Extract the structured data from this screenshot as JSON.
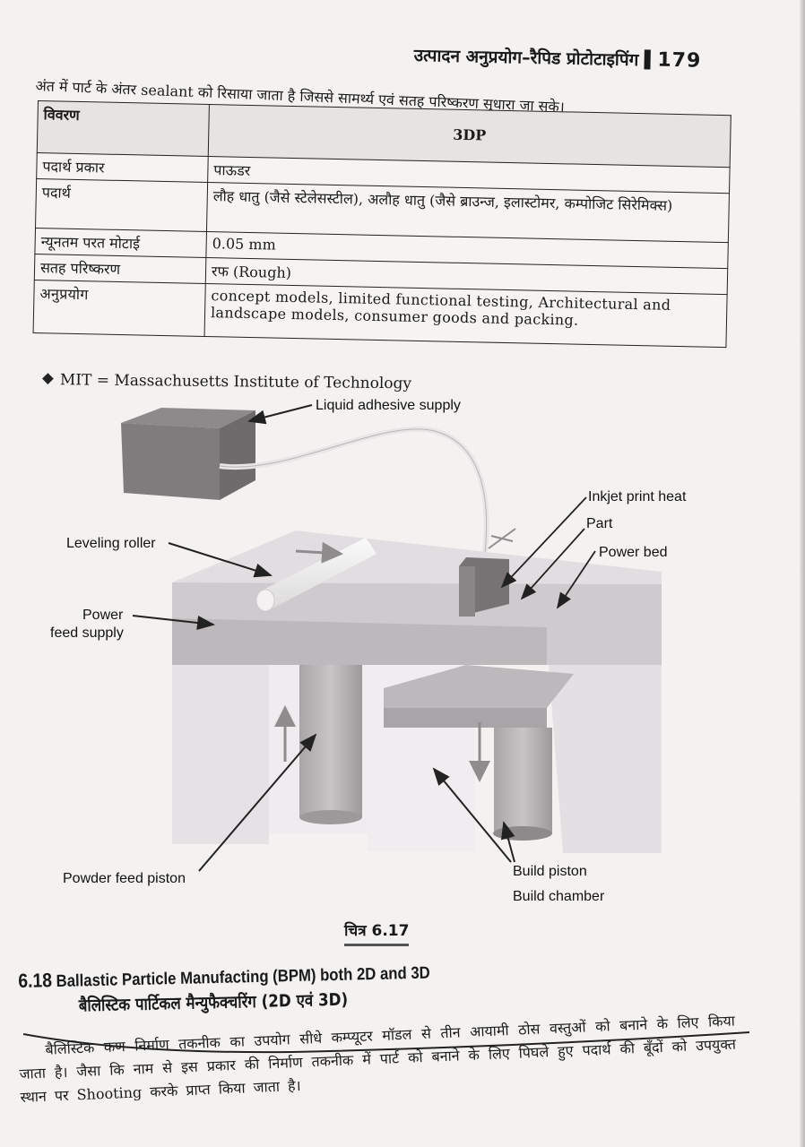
{
  "header": {
    "running_title": "उत्पादन अनुप्रयोग–रैपिड प्रोटोटाइपिंग",
    "page_number": "179"
  },
  "intro_line": "अंत में पार्ट के अंतर sealant को रिसाया जाता है जिससे सामर्थ्य एवं सतह परिष्करण सुधारा जा सके।",
  "spec_table": {
    "headers": [
      "विवरण",
      "3DP"
    ],
    "rows": [
      {
        "label": "पदार्थ प्रकार",
        "value": "पाऊडर"
      },
      {
        "label": "पदार्थ",
        "value": "लौह धातु (जैसे स्टेलेसस्टील), अलौह धातु (जैसे ब्राउन्ज, इलास्टोमर, कम्पोजिट सिरेमिक्स)"
      },
      {
        "label": "न्यूनतम परत मोटाई",
        "value": "0.05 mm"
      },
      {
        "label": "सतह परिष्करण",
        "value": "रफ (Rough)"
      },
      {
        "label": "अनुप्रयोग",
        "value": "concept models, limited functional testing, Architectural and landscape models, consumer goods and packing."
      }
    ]
  },
  "footnote": "MIT = Massachusetts Institute of Technology",
  "figure": {
    "labels": {
      "liquid_adhesive_supply": "Liquid adhesive supply",
      "inkjet_print_head": "Inkjet print heat",
      "part": "Part",
      "powder_bed": "Power bed",
      "leveling_roller": "Leveling roller",
      "powder_feed_supply_1": "Power",
      "powder_feed_supply_2": "feed supply",
      "powder_feed_piston": "Powder feed piston",
      "build_piston": "Build piston",
      "build_chamber": "Build chamber"
    },
    "caption": "चित्र 6.17"
  },
  "section": {
    "number": "6.18",
    "title_en": "Ballastic Particle Manufacting (BPM) both 2D and 3D",
    "title_hi": "बैलिस्टिक पार्टिकल मैन्युफैक्चरिंग (2D एवं 3D)",
    "body": "बैलिस्टिक कण निर्माण तकनीक का उपयोग सीधे कम्प्यूटर मॉडल से तीन आयामी ठोस वस्तुओं को बनाने के लिए किया जाता है। जैसा कि नाम से इस प्रकार की निर्माण तकनीक में पार्ट को बनाने के लिए पिघले हुए पदार्थ की बूँदों को उपयुक्त स्थान पर Shooting करके प्राप्त किया जाता है।"
  }
}
